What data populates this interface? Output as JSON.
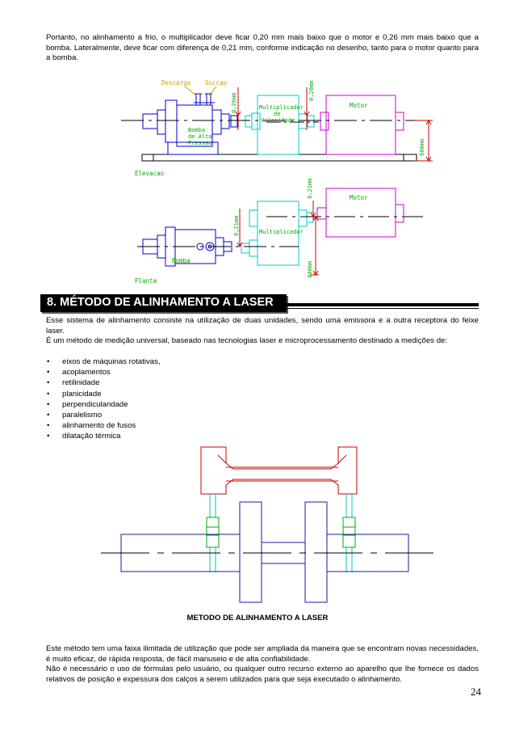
{
  "intro_paragraph": "Portanto, no alinhamento a frio, o multiplicador deve ficar 0,20 mm mais baixo que o motor e 0,26 mm mais baixo que a bomba. Lateralmente, deve ficar com diferença de 0,21 mm, conforme indicação no desenho, tanto para o motor quanto para a bomba.",
  "drawing1": {
    "labels": {
      "descarga": "Descarga",
      "succao": "Succao",
      "bomba_1": "Bomba",
      "bomba_2": "de Alta",
      "bomba_3": "Pressao",
      "mult_1": "Multiplicador",
      "mult_2": "de",
      "mult_3": "Velocidade",
      "motor": "Motor",
      "dim_026": "0,26mm",
      "dim_020": "0,20mm",
      "dim_600": "600mm",
      "elevacao": "Elevacao"
    }
  },
  "drawing2": {
    "labels": {
      "motor": "Motor",
      "mult": "Multiplicador",
      "bomba": "Bomba",
      "dim_021a": "0,21mm",
      "dim_021b": "0,21mm",
      "dim_840": "840mm",
      "planta": "Planta"
    }
  },
  "section": {
    "title": "8. MÉTODO DE ALINHAMENTO A LASER",
    "p1": "Esse sistema de alinhamento consiste na utilização de duas unidades, sendo uma emissora e a outra receptora do feixe laser.",
    "p2": "É um método de medição universal, baseado nas tecnologias laser e microprocessamento destinado a medições de:",
    "bullet_char": "•",
    "items": [
      "eixos de máquinas rotativas,",
      "acoplamentos",
      "retilinidade",
      "planicidade",
      "perpendicularidade",
      "paralelismo",
      "alinhamento de fusos",
      "dilatação térmica"
    ]
  },
  "figure_caption": "METODO DE ALINHAMENTO A LASER",
  "closing": {
    "p1": "Este método tem uma faixa ilimitada de utilização que pode ser ampliada da maneira que se encontram novas necessidades, é muito eficaz, de rápida resposta, de fácil manuseio e de alta confiabilidade.",
    "p2": "Não é necessário o uso de fórmulas pelo usuário, ou qualquer outro recurso externo ao aparelho que lhe fornece os dados relativos de posição e expessura dos calços a serem utilizados para que seja executado o alinhamento."
  },
  "page_number": "24",
  "colors": {
    "pump": "#0000cc",
    "multiplier": "#00c8c8",
    "motor": "#cc00cc",
    "dimension": "#cc0000",
    "label_green": "#00aa00",
    "label_yellow": "#c8a000",
    "laser_frame": "#cc0000",
    "laser_unit": "#00aa00",
    "laser_shaft": "#1a1aa6"
  }
}
